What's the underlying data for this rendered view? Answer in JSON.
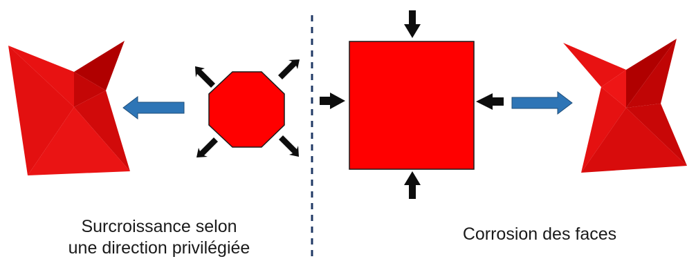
{
  "left_panel": {
    "caption_line1": "Surcroissance selon",
    "caption_line2": "une direction privilégiée"
  },
  "right_panel": {
    "caption": "Corrosion des faces"
  },
  "colors": {
    "crystal_red": "#ff0000",
    "star_light": "#e81212",
    "star_dark": "#b00000",
    "star_mid": "#cc0808",
    "process_arrow_blue": "#2e75b6",
    "force_arrow": "#0d0d0d",
    "divider": "#1f3864"
  },
  "icons": {
    "outward_arrows": "outward-growth-arrow-icon",
    "inward_arrows": "inward-pressure-arrow-icon",
    "process_arrows": "block-arrow-icon"
  }
}
